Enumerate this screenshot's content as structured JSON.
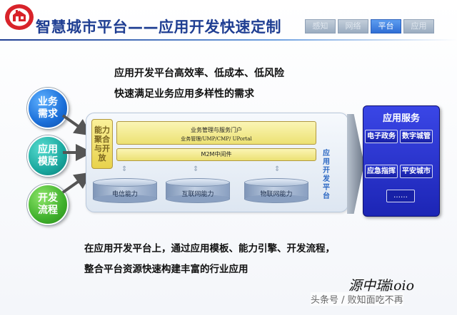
{
  "header": {
    "title": "智慧城市平台——应用开发快速定制",
    "tabs": [
      {
        "label": "感知",
        "active": false
      },
      {
        "label": "网络",
        "active": false
      },
      {
        "label": "平台",
        "active": true
      },
      {
        "label": "应用",
        "active": false
      }
    ]
  },
  "headline": {
    "line1": "应用开发平台高效率、低成本、低风险",
    "line2": "快速满足业务应用多样性的需求"
  },
  "inputs": [
    {
      "label": "业务\n需求",
      "color": "#1a6ed8"
    },
    {
      "label": "应用\n模版",
      "color": "#1aa79e"
    },
    {
      "label": "开发\n流程",
      "color": "#3fb02c"
    }
  ],
  "platform": {
    "ability_box": "能力聚合与开放",
    "portal_title": "业务管理与服务门户",
    "portal_sub": "业务管理/UMP/CMP/ UPortal",
    "m2m": "M2M中间件",
    "label": "应用开发平台",
    "capabilities": [
      "电信能力",
      "互联网能力",
      "物联网能力"
    ]
  },
  "services": {
    "title": "应用服务",
    "items": [
      "电子政务",
      "数字城管",
      "应急指挥",
      "平安城市"
    ],
    "more": "……"
  },
  "footer": {
    "line1": "在应用开发平台上，通过应用模板、能力引擎、开发流程，",
    "line2": "整合平台资源快速构建丰富的行业应用"
  },
  "signature": "源中瑞ioio",
  "watermark": "头条号 / 败知面吃不再",
  "colors": {
    "title": "#1f3e92",
    "services_bg": "#1c25b5",
    "tab_active": "#2f6ed5"
  }
}
